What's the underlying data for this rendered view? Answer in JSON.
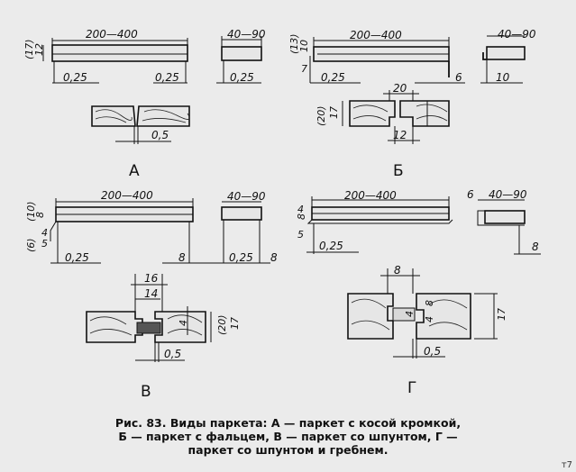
{
  "figure": {
    "caption_lines": [
      "Рис. 83. Виды паркета: А — паркет с косой  кромкой,",
      "Б — паркет с фальцем, В — паркет со шпунтом, Г —",
      "паркет со шпунтом и гребнем."
    ],
    "page_mark": "т7"
  },
  "panel_a": {
    "letter": "А",
    "length": "200—400",
    "width": "40—90",
    "thickness_outer": "(17)",
    "thickness": "12",
    "bevel_left": "0,25",
    "bevel_right": "0,25",
    "bevel_side": "0,25",
    "gap": "0,5"
  },
  "panel_b": {
    "letter": "Б",
    "length": "200—400",
    "width": "40—90",
    "thickness_outer": "(13)",
    "thickness": "10",
    "rebate": "7",
    "edge_a": "0,25",
    "edge_b": "6",
    "side_edge": "10",
    "section_top": "20",
    "section_height_outer": "(20)",
    "section_height": "17",
    "section_bottom": "12"
  },
  "panel_v": {
    "letter": "В",
    "length": "200—400",
    "width": "40—90",
    "thickness_outer": "(10)",
    "thickness": "8",
    "groove_outer": "(6)",
    "groove_a": "4",
    "groove_b": "5",
    "edge_a": "0,25",
    "edge_b": "8",
    "edge_c": "0,25",
    "edge_d": "8",
    "section_top_a": "16",
    "section_top_b": "14",
    "section_side": "4",
    "section_height_outer": "(20)",
    "section_height": "17",
    "section_gap": "0,5"
  },
  "panel_g": {
    "letter": "Г",
    "length": "200—400",
    "width": "40—90",
    "thickness": "8",
    "tongue_a": "4",
    "tongue_b": "5",
    "edge_a": "0,25",
    "side_a": "6",
    "side_b": "8",
    "section_top": "8",
    "section_mid_a": "4",
    "section_mid_b": "8",
    "section_mid_c": "4",
    "section_height": "17",
    "section_gap": "0,5"
  }
}
